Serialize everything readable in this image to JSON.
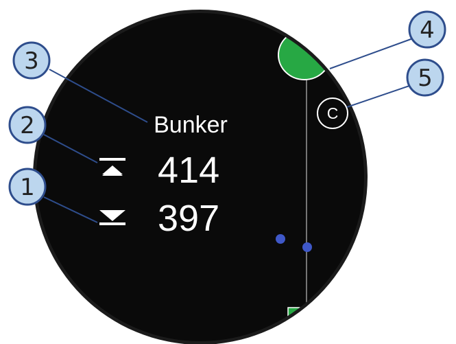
{
  "watch_screen": {
    "hazard_name": "Bunker",
    "distance_to_carry": "414",
    "distance_to_front": "397",
    "carry_icon": "carry-distance-icon",
    "front_icon": "front-distance-icon",
    "course_marker_label": "C"
  },
  "callouts": [
    {
      "id": "callout-1",
      "number": "1"
    },
    {
      "id": "callout-2",
      "number": "2"
    },
    {
      "id": "callout-3",
      "number": "3"
    },
    {
      "id": "callout-4",
      "number": "4"
    },
    {
      "id": "callout-5",
      "number": "5"
    }
  ],
  "colors": {
    "screen_background": "#0a0a0a",
    "bezel": "#1b1b1b",
    "green": "#27a844",
    "hazard_dot": "#3f58c8",
    "callout_fill": "#bcd6ee",
    "callout_stroke": "#2e4d8c",
    "callout_line": "#2e4d8c",
    "text": "#ffffff"
  }
}
